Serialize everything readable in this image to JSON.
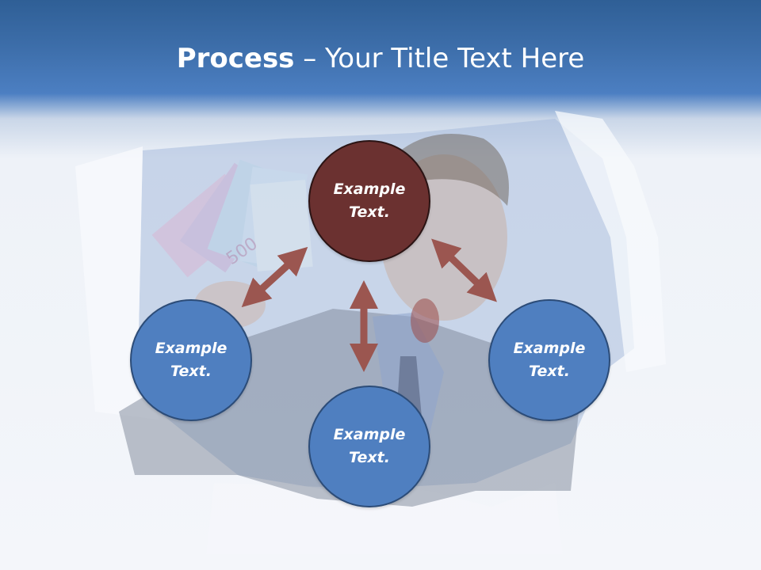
{
  "slide": {
    "title_bold": "Process",
    "title_rest": " – Your Title Text Here"
  },
  "steps": [
    {
      "label": "Example Text."
    },
    {
      "label": "Example Text."
    },
    {
      "label": "Example Text."
    },
    {
      "label": "Example Text."
    }
  ],
  "colors": {
    "header_blue": "#3d6eaa",
    "circle_blue": "#4f7fc0",
    "circle_accent": "#6b3130",
    "arrow": "#9b5650"
  },
  "decor": {
    "banknote_denomination": "500"
  }
}
